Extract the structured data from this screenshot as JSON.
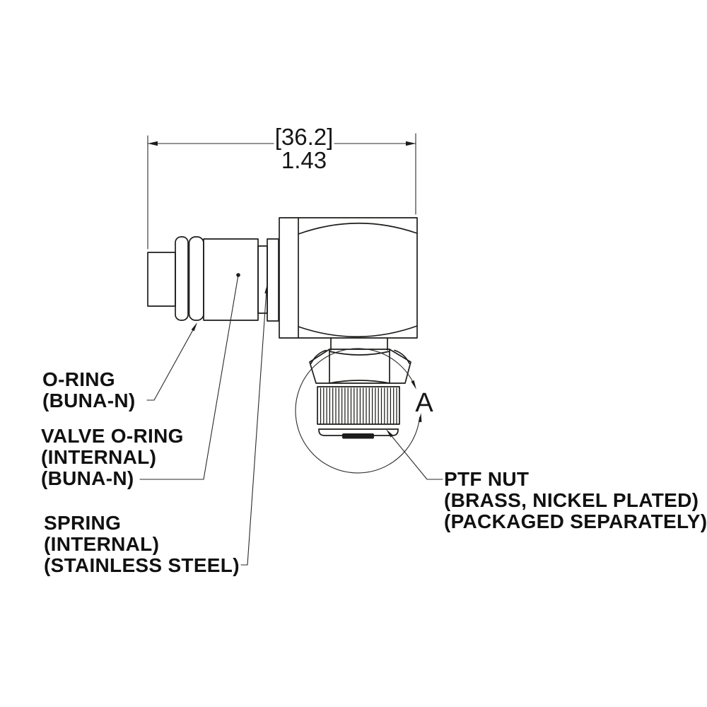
{
  "drawing": {
    "colors": {
      "line": "#1d1d1b",
      "text": "#111111",
      "background": "#ffffff"
    },
    "dimension": {
      "metric_display": "[36.2]",
      "imperial_display": "1.43"
    },
    "detail": {
      "label": "A"
    },
    "callouts": {
      "o_ring": {
        "line1": "O-RING",
        "line2": "(BUNA-N)"
      },
      "valve_o_ring": {
        "line1": "VALVE O-RING",
        "line2": "(INTERNAL)",
        "line3": "(BUNA-N)"
      },
      "spring": {
        "line1": "SPRING",
        "line2": "(INTERNAL)",
        "line3": "(STAINLESS STEEL)"
      },
      "ptf_nut": {
        "line1": "PTF NUT",
        "line2": "(BRASS, NICKEL PLATED)",
        "line3": "(PACKAGED SEPARATELY)"
      }
    }
  }
}
